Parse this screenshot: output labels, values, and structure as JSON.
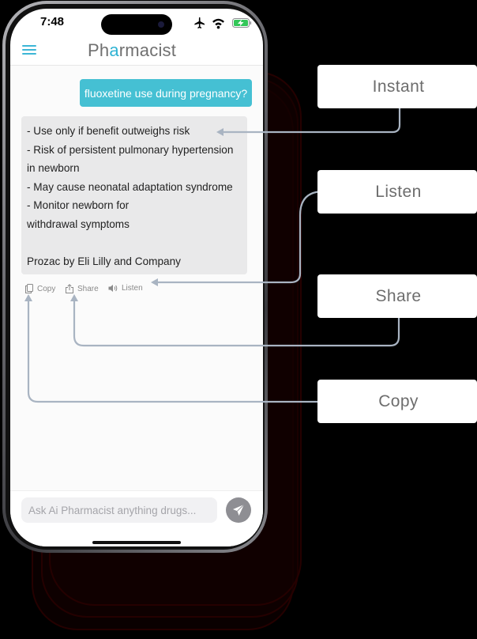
{
  "status_bar": {
    "time": "7:48"
  },
  "app": {
    "logo_prefix": "Ph",
    "logo_accent": "a",
    "logo_suffix": "rmacist",
    "accent_color": "#2fb3d3"
  },
  "chat": {
    "user_message": "fluoxetine use during pregnancy?",
    "bot_lines": [
      "- Use only if benefit outweighs risk",
      "- Risk of persistent pulmonary hypertension",
      "in newborn",
      "- May cause neonatal adaptation syndrome",
      "- Monitor newborn for",
      "withdrawal symptoms",
      "",
      "Prozac by Eli Lilly and Company"
    ],
    "actions": {
      "copy": "Copy",
      "share": "Share",
      "listen": "Listen"
    }
  },
  "input": {
    "placeholder": "Ask Ai Pharmacist anything drugs...",
    "value": ""
  },
  "callouts": {
    "instant": "Instant",
    "listen": "Listen",
    "share": "Share",
    "copy": "Copy"
  },
  "icons": [
    "hamburger-menu-icon",
    "airplane-icon",
    "wifi-icon",
    "battery-charging-icon",
    "copy-icon",
    "share-icon",
    "speaker-icon",
    "send-icon"
  ]
}
